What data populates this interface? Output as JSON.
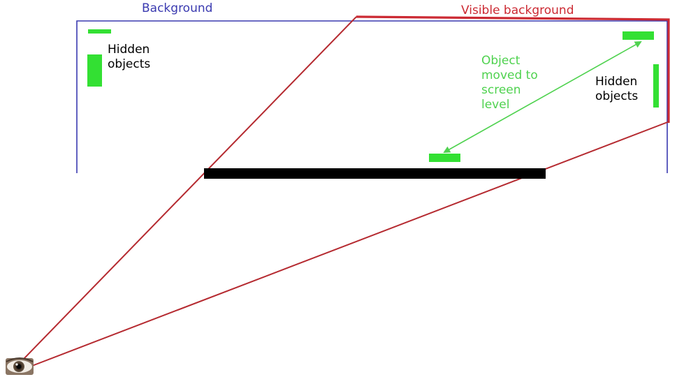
{
  "labels": {
    "background": "Background",
    "visible_background": "Visible background",
    "hidden_objects_left": "Hidden\nobjects",
    "hidden_objects_right": "Hidden\nobjects",
    "object_moved": "Object\nmoved to\nscreen\nlevel"
  },
  "colors": {
    "background_frame": "#3a3ab0",
    "visible_frame": "#cc2a33",
    "view_lines": "#b52a30",
    "hidden_object": "#33e033",
    "moved_arrow": "#4fd24f",
    "moved_text": "#4fd24f",
    "screen": "#000000",
    "label_text": "#000000"
  },
  "icons": {
    "viewer": "eye-icon"
  }
}
